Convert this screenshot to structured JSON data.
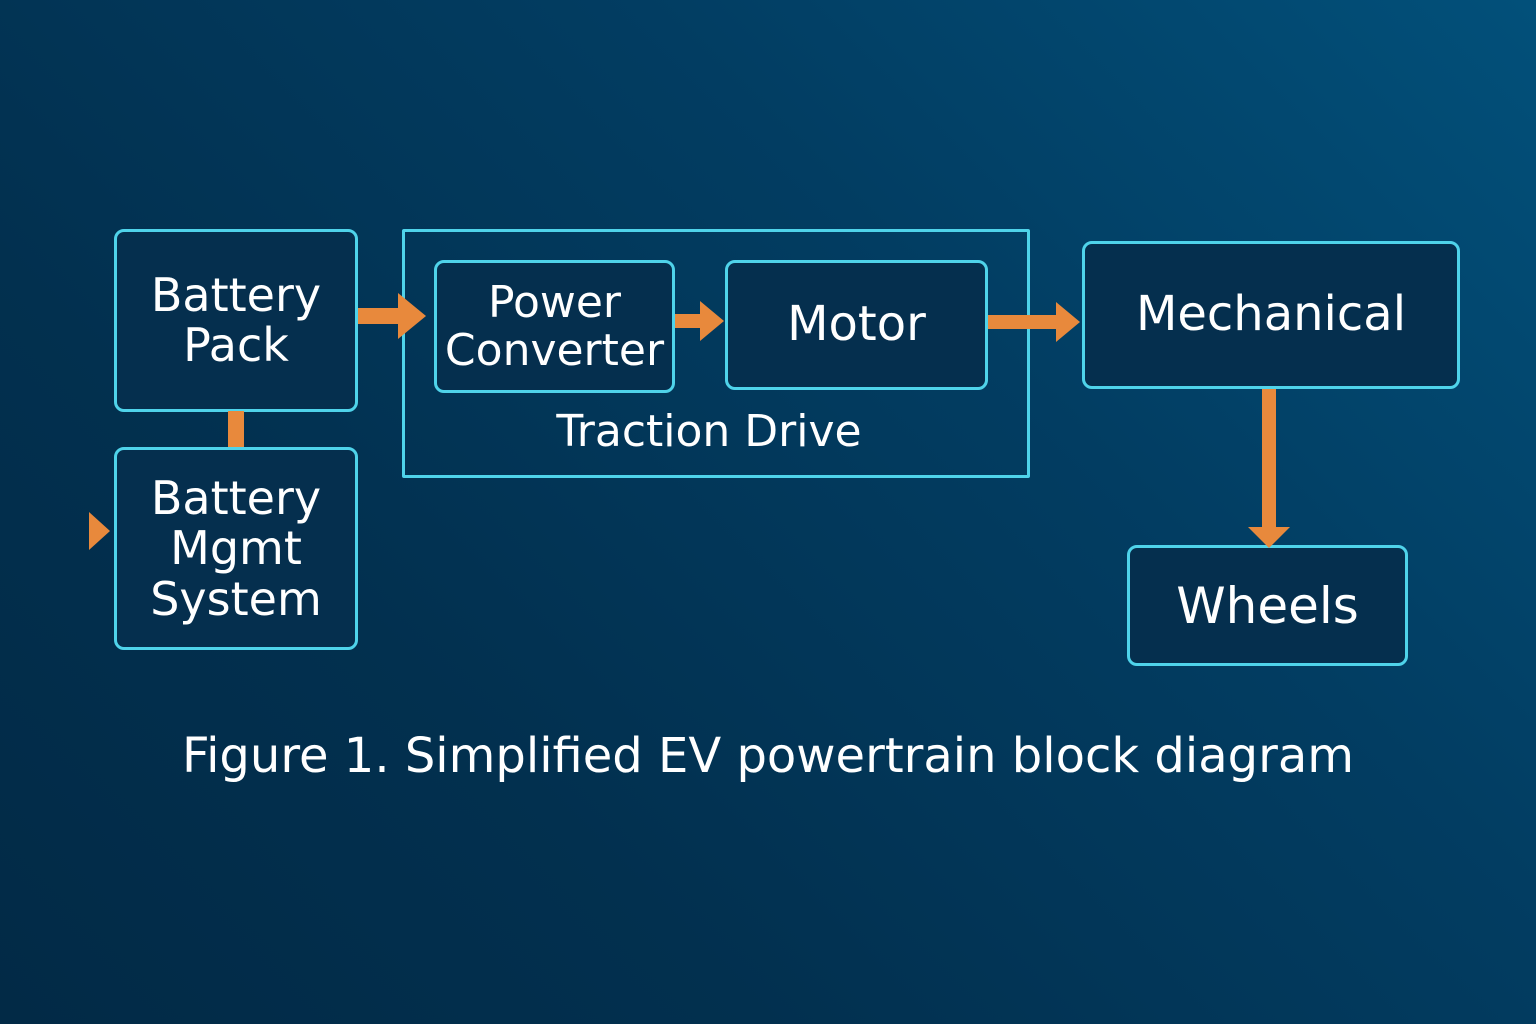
{
  "blocks": {
    "battery_pack": [
      "Battery",
      "Pack"
    ],
    "bms": [
      "Battery",
      "Mgmt",
      "System"
    ],
    "power_converter": [
      "Power",
      "Converter"
    ],
    "motor": [
      "Motor"
    ],
    "mechanical": [
      "Mechanical"
    ],
    "wheels": [
      "Wheels"
    ]
  },
  "group_label": "Traction Drive",
  "caption": "Figure 1. Simplified EV powertrain block diagram",
  "colors": {
    "border": "#4fd3ea",
    "arrow": "#e8893c",
    "box_fill": "#052f4e"
  }
}
